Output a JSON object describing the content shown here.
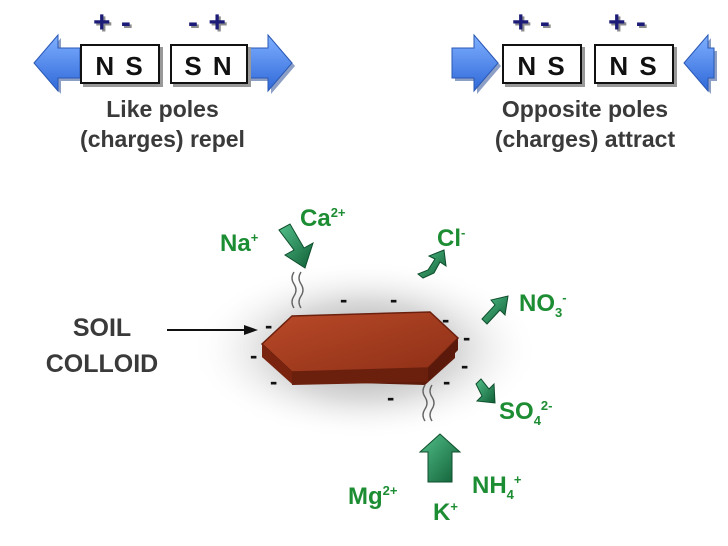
{
  "left_panel": {
    "signs": [
      "+ -",
      "- +"
    ],
    "magnets": [
      "N S",
      "S N"
    ],
    "caption_line1": "Like poles",
    "caption_line2": "(charges) repel"
  },
  "right_panel": {
    "signs": [
      "+ -",
      "+ -"
    ],
    "magnets": [
      "N S",
      "N S"
    ],
    "caption_line1": "Opposite poles",
    "caption_line2": "(charges) attract"
  },
  "colloid": {
    "label_line1": "SOIL",
    "label_line2": "COLLOID",
    "negative_charge": "-"
  },
  "ions": {
    "na": {
      "base": "Na",
      "sup": "+"
    },
    "ca": {
      "base": "Ca",
      "sup": "2+"
    },
    "cl": {
      "base": "Cl",
      "sup": "-"
    },
    "no3": {
      "base": "NO",
      "sub": "3",
      "sup": "-"
    },
    "so4": {
      "base": "SO",
      "sub": "4",
      "sup": "2-"
    },
    "mg": {
      "base": "Mg",
      "sup": "2+"
    },
    "nh4": {
      "base": "NH",
      "sub": "4",
      "sup": "+"
    },
    "k": {
      "base": "K",
      "sup": "+"
    }
  },
  "colors": {
    "sign_color": "#1c1c78",
    "magnet_arrow": "#4a86e8",
    "colloid_fill": "#a33a1e",
    "ion_text": "#1d8d33",
    "ion_arrow": "#1f7a4a"
  }
}
